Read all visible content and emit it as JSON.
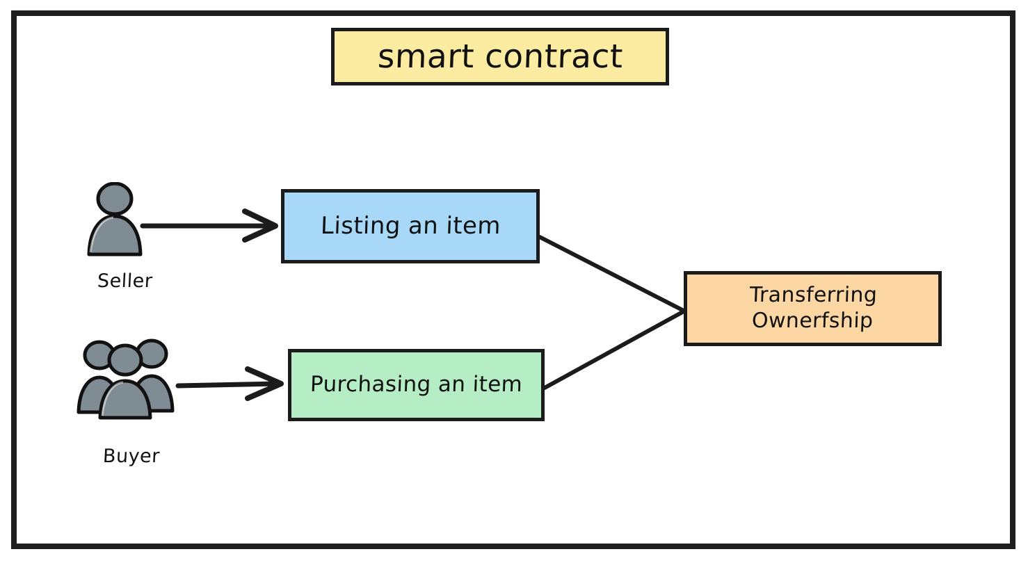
{
  "diagram": {
    "type": "flowchart",
    "title": "smart contract",
    "frame": {
      "border_color": "#1e1e1e"
    },
    "nodes": [
      {
        "id": "title",
        "label": "smart contract",
        "fill": "#fbeca2",
        "stroke": "#1b1b1b",
        "role": "header-box"
      },
      {
        "id": "listing",
        "label": "Listing an item",
        "fill": "#a7d8f8",
        "stroke": "#1b1b1b",
        "role": "process"
      },
      {
        "id": "purchasing",
        "label": "Purchasing an item",
        "fill": "#b5eec4",
        "stroke": "#1b1b1b",
        "role": "process"
      },
      {
        "id": "transfer",
        "label": "Transferring\nOwnerfship",
        "fill": "#fcd7a4",
        "stroke": "#1b1b1b",
        "role": "process"
      }
    ],
    "actors": [
      {
        "id": "seller",
        "label": "Seller",
        "icon": "single-person-icon",
        "fill": "#7f8c93"
      },
      {
        "id": "buyer",
        "label": "Buyer",
        "icon": "group-of-people-icon",
        "fill": "#7f8c93"
      }
    ],
    "edges": [
      {
        "from": "seller",
        "to": "listing",
        "style": "arrow"
      },
      {
        "from": "buyer",
        "to": "purchasing",
        "style": "arrow"
      },
      {
        "from": "listing",
        "to": "transfer",
        "style": "line"
      },
      {
        "from": "purchasing",
        "to": "transfer",
        "style": "line"
      }
    ]
  }
}
